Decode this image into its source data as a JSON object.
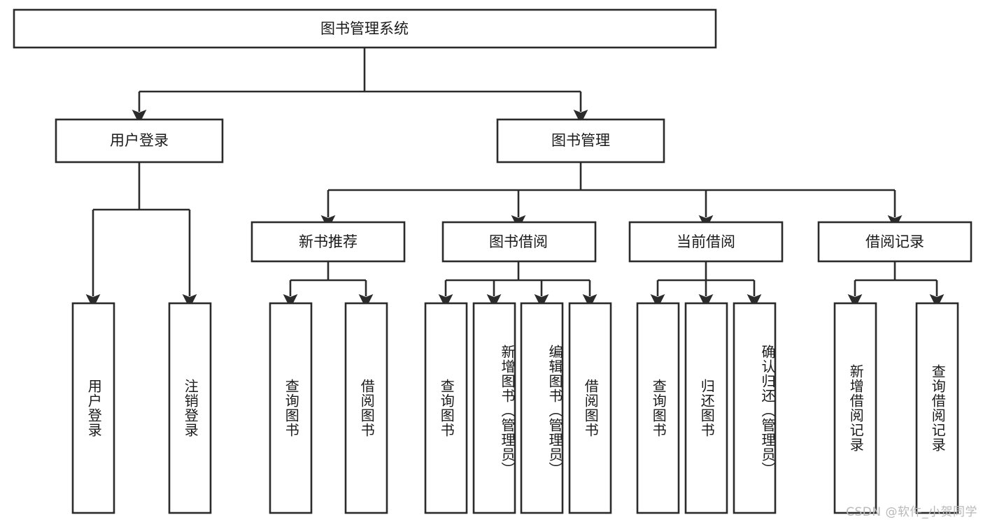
{
  "diagram": {
    "title": "图书管理系统",
    "type": "tree-hierarchy",
    "root": {
      "id": "root",
      "label": "图书管理系统",
      "orientation": "horizontal"
    },
    "level2": [
      {
        "id": "user-login",
        "label": "用户登录",
        "orientation": "horizontal"
      },
      {
        "id": "book-manage",
        "label": "图书管理",
        "orientation": "horizontal"
      }
    ],
    "level3": [
      {
        "id": "new-book-rec",
        "label": "新书推荐",
        "orientation": "horizontal",
        "parent": "book-manage"
      },
      {
        "id": "book-borrow",
        "label": "图书借阅",
        "orientation": "horizontal",
        "parent": "book-manage"
      },
      {
        "id": "current-borrow",
        "label": "当前借阅",
        "orientation": "horizontal",
        "parent": "book-manage"
      },
      {
        "id": "borrow-record",
        "label": "借阅记录",
        "orientation": "horizontal",
        "parent": "book-manage"
      }
    ],
    "leaves": [
      {
        "id": "leaf-user-login",
        "label": "用户登录",
        "parent": "user-login",
        "orientation": "vertical"
      },
      {
        "id": "leaf-logout",
        "label": "注销登录",
        "parent": "user-login",
        "orientation": "vertical"
      },
      {
        "id": "leaf-query-book-1",
        "label": "查询图书",
        "parent": "new-book-rec",
        "orientation": "vertical"
      },
      {
        "id": "leaf-borrow-book-1",
        "label": "借阅图书",
        "parent": "new-book-rec",
        "orientation": "vertical"
      },
      {
        "id": "leaf-query-book-2",
        "label": "查询图书",
        "parent": "book-borrow",
        "orientation": "vertical"
      },
      {
        "id": "leaf-add-book",
        "label": "新增图书（管理员）",
        "parent": "book-borrow",
        "orientation": "vertical"
      },
      {
        "id": "leaf-edit-book",
        "label": "编辑图书（管理员）",
        "parent": "book-borrow",
        "orientation": "vertical"
      },
      {
        "id": "leaf-borrow-book-2",
        "label": "借阅图书",
        "parent": "book-borrow",
        "orientation": "vertical"
      },
      {
        "id": "leaf-query-book-3",
        "label": "查询图书",
        "parent": "current-borrow",
        "orientation": "vertical"
      },
      {
        "id": "leaf-return-book",
        "label": "归还图书",
        "parent": "current-borrow",
        "orientation": "vertical"
      },
      {
        "id": "leaf-confirm-return",
        "label": "确认归还（管理员）",
        "parent": "current-borrow",
        "orientation": "vertical"
      },
      {
        "id": "leaf-add-record",
        "label": "新增借阅记录",
        "parent": "borrow-record",
        "orientation": "vertical"
      },
      {
        "id": "leaf-query-record",
        "label": "查询借阅记录",
        "parent": "borrow-record",
        "orientation": "vertical"
      }
    ],
    "colors": {
      "box_stroke": "#2b2b2b",
      "box_fill": "#ffffff",
      "connector": "#2b2b2b",
      "text": "#1a1a1a",
      "background": "#ffffff",
      "watermark": "#b9b9b9"
    }
  },
  "watermark": {
    "text": "CSDN @软件_小贺同学"
  }
}
